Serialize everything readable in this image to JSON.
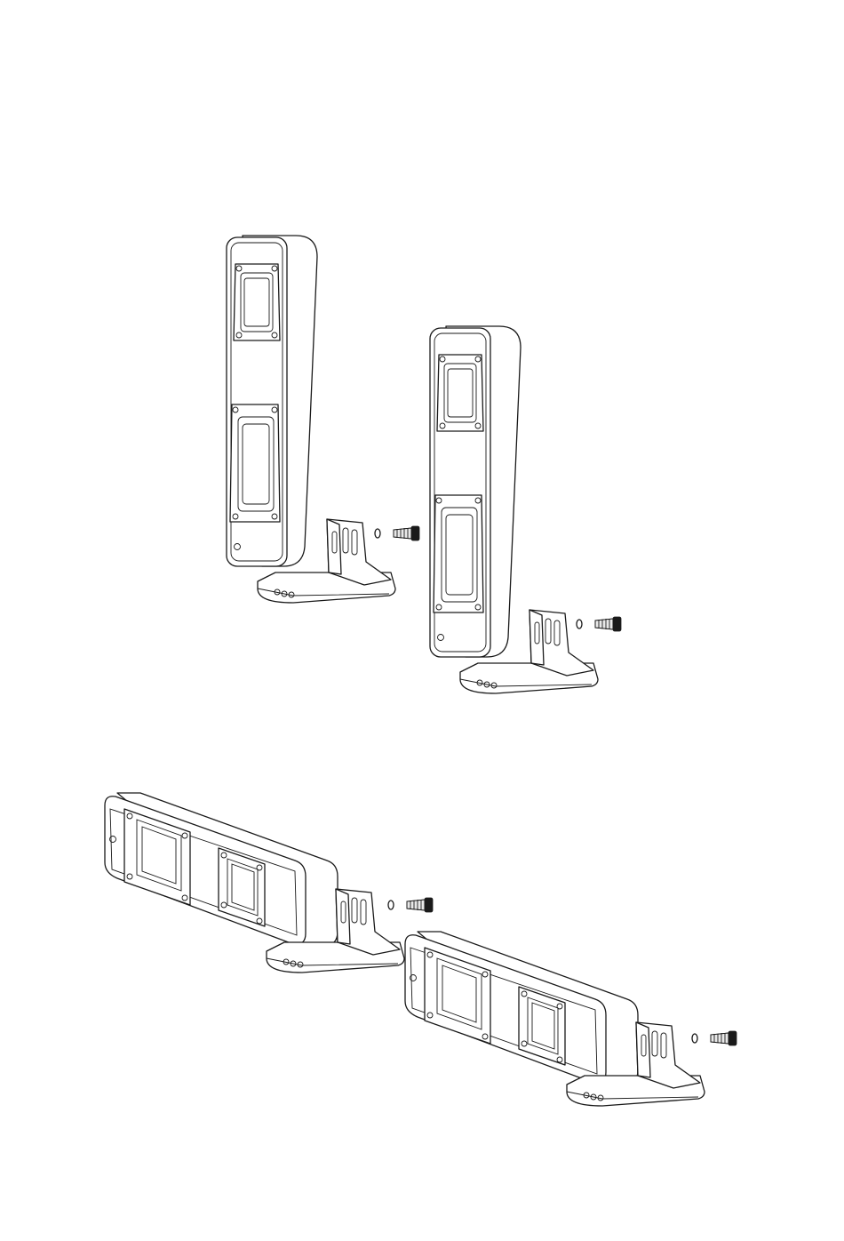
{
  "figure": {
    "assemblies": [
      {
        "orientation": "vertical",
        "parts": [
          "speaker-enclosure",
          "mounting-bracket",
          "washer",
          "screw"
        ]
      },
      {
        "orientation": "vertical",
        "parts": [
          "speaker-enclosure",
          "mounting-bracket",
          "washer",
          "screw"
        ]
      },
      {
        "orientation": "horizontal",
        "parts": [
          "speaker-enclosure",
          "mounting-bracket",
          "washer",
          "screw"
        ]
      },
      {
        "orientation": "horizontal",
        "parts": [
          "speaker-enclosure",
          "mounting-bracket",
          "washer",
          "screw"
        ]
      }
    ],
    "colors": {
      "line": "#1a1a1a",
      "background": "#ffffff",
      "fill": "#ffffff"
    }
  }
}
